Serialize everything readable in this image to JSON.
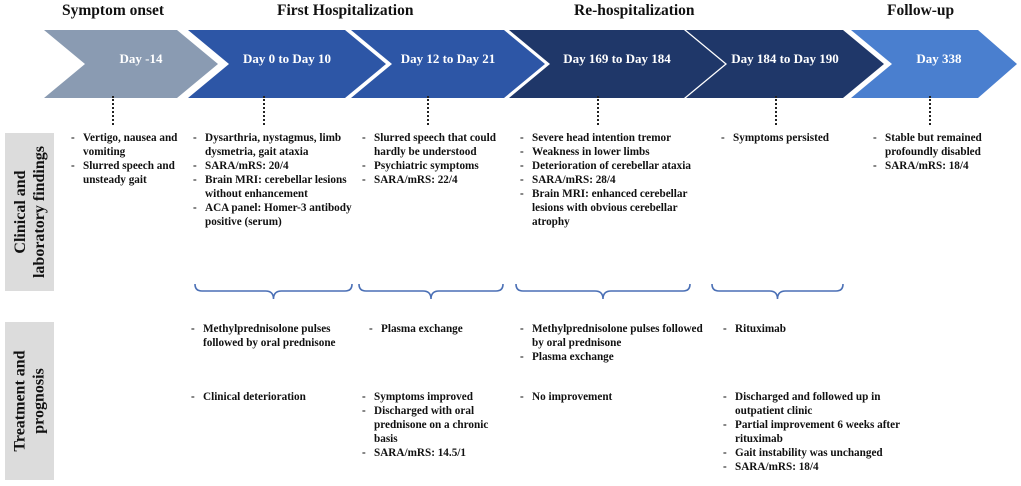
{
  "colors": {
    "arrow_onset": "#8a9bb2",
    "arrow_first": "#2d56a6",
    "arrow_rehosp": "#1f3769",
    "arrow_followup": "#4a7fcf",
    "brace": "#4a6fb5",
    "side_box": "#dcdcdc"
  },
  "phases": [
    {
      "label": "Symptom onset"
    },
    {
      "label": "First Hospitalization"
    },
    {
      "label": "Re-hospitalization"
    },
    {
      "label": "Follow-up"
    }
  ],
  "timeline": [
    {
      "day": "Day -14"
    },
    {
      "day": "Day 0 to Day 10"
    },
    {
      "day": "Day 12 to  Day 21"
    },
    {
      "day": "Day 169 to Day 184"
    },
    {
      "day": "Day 184 to Day 190"
    },
    {
      "day": "Day 338"
    }
  ],
  "rows": {
    "clinical": {
      "line1": "Clinical and",
      "line2": "laboratory findings"
    },
    "treatment": {
      "line1": "Treatment  and",
      "line2": "prognosis"
    }
  },
  "findings": [
    [
      "Vertigo, nausea and vomiting",
      "Slurred speech and unsteady gait"
    ],
    [
      "Dysarthria, nystagmus, limb dysmetria, gait ataxia",
      "SARA/mRS: 20/4",
      "Brain MRI: cerebellar lesions  without enhancement",
      "ACA panel: Homer-3 antibody positive (serum)"
    ],
    [
      "Slurred speech that could hardly be understood",
      "Psychiatric symptoms",
      "SARA/mRS: 22/4"
    ],
    [
      "Severe head intention tremor",
      "Weakness in lower limbs",
      "Deterioration of cerebellar ataxia",
      "SARA/mRS: 28/4",
      "Brain MRI: enhanced cerebellar lesions with obvious cerebellar atrophy"
    ],
    [
      "Symptoms persisted"
    ],
    [
      "Stable but remained profoundly disabled",
      "SARA/mRS: 18/4"
    ]
  ],
  "treatments": [
    [
      "Methylprednisolone pulses followed by oral prednisone"
    ],
    [
      "Plasma exchange"
    ],
    [
      "Methylprednisolone pulses followed by oral prednisone",
      "Plasma exchange"
    ],
    [
      "Rituximab"
    ]
  ],
  "prognosis": [
    [
      "Clinical deterioration"
    ],
    [
      "Symptoms improved",
      "Discharged with oral prednisone on a chronic basis",
      "SARA/mRS: 14.5/1"
    ],
    [
      "No improvement"
    ],
    [
      "Discharged and followed up in outpatient clinic",
      "Partial improvement 6 weeks after rituximab",
      "Gait instability was unchanged",
      "SARA/mRS: 18/4"
    ]
  ]
}
